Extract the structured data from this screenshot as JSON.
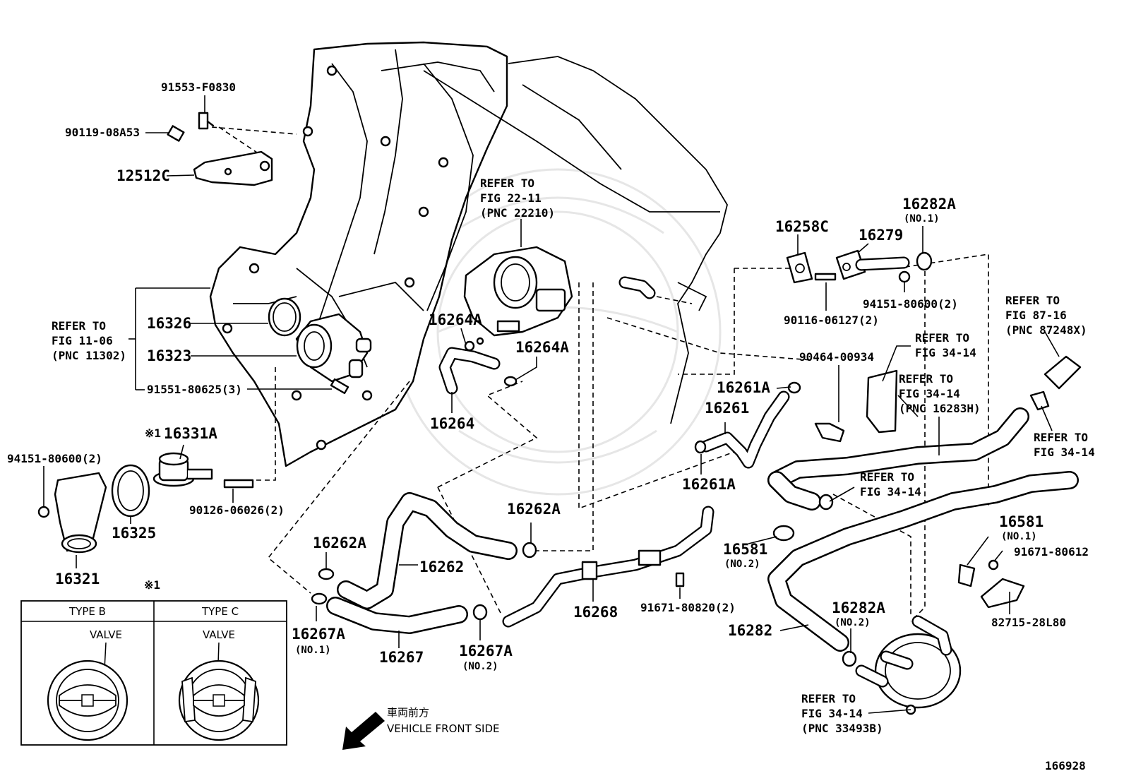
{
  "diagram_id": "166928",
  "direction": {
    "jp": "車両前方",
    "en": "VEHICLE FRONT SIDE"
  },
  "refer_note": "※1",
  "labels": {
    "p91553": "91553-F0830",
    "p90119": "90119-08A53",
    "p12512c": "12512C",
    "refer_11_06": [
      "REFER TO",
      "FIG 11-06",
      "(PNC 11302)"
    ],
    "p16326": "16326",
    "p16323": "16323",
    "p91551": "91551-80625(3)",
    "p16331a": "16331A",
    "p94151_left": "94151-80600(2)",
    "p16325": "16325",
    "p90126": "90126-06026(2)",
    "p16321": "16321",
    "refer_22_11": [
      "REFER TO",
      "FIG 22-11",
      "(PNC 22210)"
    ],
    "p16264a_1": "16264A",
    "p16264a_2": "16264A",
    "p16264": "16264",
    "p16262a_1": "16262A",
    "p16262a_2": "16262A",
    "p16262": "16262",
    "p16267a_1": "16267A",
    "p16267a_1_sub": "(NO.1)",
    "p16267": "16267",
    "p16267a_2": "16267A",
    "p16267a_2_sub": "(NO.2)",
    "p16268": "16268",
    "p91671_80820": "91671-80820(2)",
    "p16258c": "16258C",
    "p16279": "16279",
    "p16282a_1": "16282A",
    "p16282a_1_sub": "(NO.1)",
    "p94151_right": "94151-80600(2)",
    "p90116": "90116-06127(2)",
    "p90464": "90464-00934",
    "refer_34_14_a": [
      "REFER TO",
      "FIG 34-14"
    ],
    "refer_34_14_b": [
      "REFER TO",
      "FIG 34-14",
      "(PNC 16283H)"
    ],
    "refer_87_16": [
      "REFER TO",
      "FIG 87-16",
      "(PNC 87248X)"
    ],
    "refer_34_14_c": [
      "REFER TO",
      "FIG 34-14"
    ],
    "refer_34_14_d": [
      "REFER TO",
      "FIG 34-14"
    ],
    "p16261a_1": "16261A",
    "p16261": "16261",
    "p16261a_2": "16261A",
    "p16581_1": "16581",
    "p16581_1_sub": "(NO.2)",
    "p16581_2": "16581",
    "p16581_2_sub": "(NO.1)",
    "p91671_80612": "91671-80612",
    "p82715": "82715-28L80",
    "p16282": "16282",
    "p16282a_2": "16282A",
    "p16282a_2_sub": "(NO.2)",
    "refer_34_14_e": [
      "REFER TO",
      "FIG 34-14",
      "(PNC 33493B)"
    ]
  },
  "inset": {
    "type_b": "TYPE B",
    "type_c": "TYPE C",
    "valve_b": "VALVE",
    "valve_c": "VALVE",
    "mark": "※1"
  }
}
